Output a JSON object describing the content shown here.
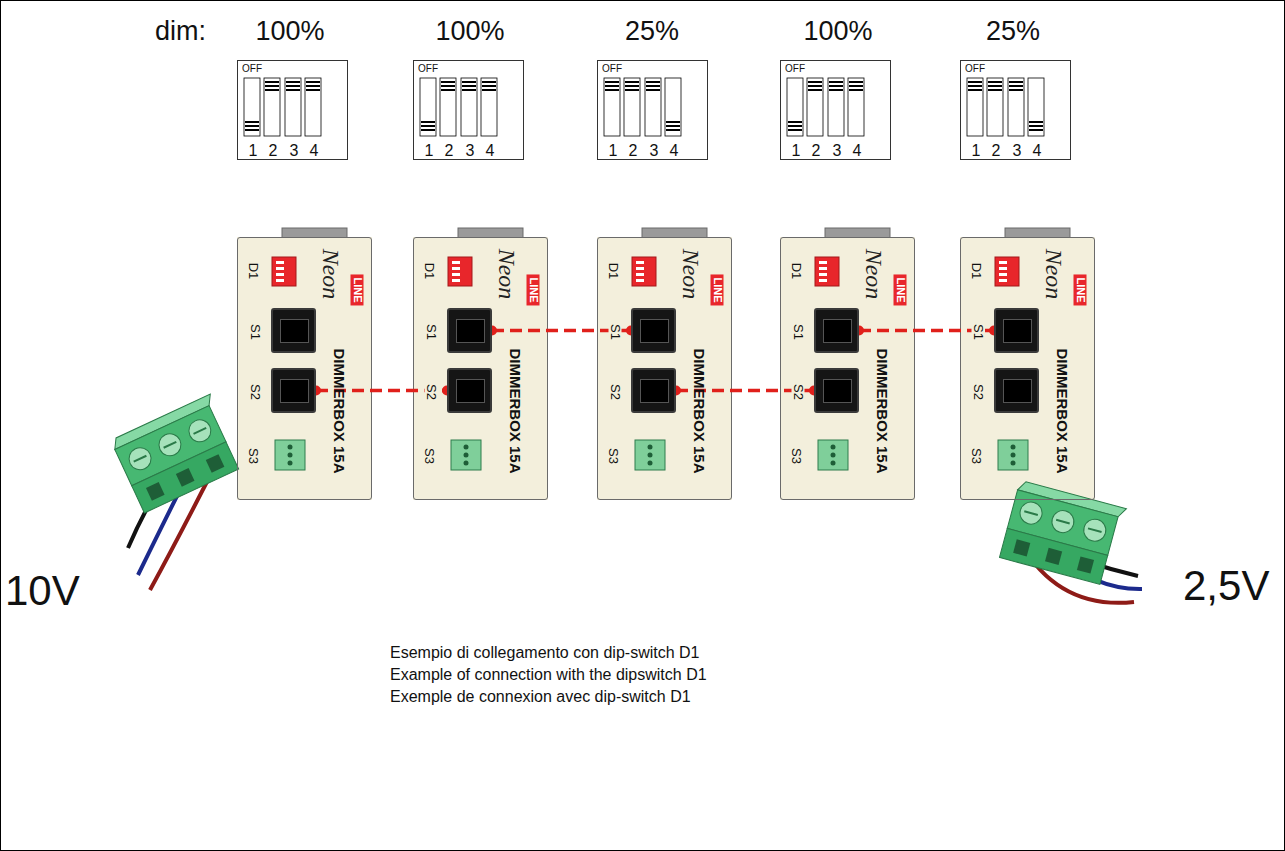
{
  "diagram": {
    "nodes": [
      {
        "text": [
          "OFF",
          "1",
          "2",
          "3",
          "4"
        ]
      },
      {
        "text": [
          "OFF",
          "1",
          "2",
          "3",
          "4"
        ]
      },
      {
        "text": [
          "OFF",
          "1",
          "2",
          "3",
          "4"
        ]
      },
      {
        "text": [
          "OFF",
          "1",
          "2",
          "3",
          "4"
        ]
      },
      {
        "text": [
          "OFF",
          "1",
          "2",
          "3",
          "4"
        ]
      },
      {
        "text": [
          "D1",
          "Neon",
          "LINE",
          "S3",
          "DIMMERBOX 15A"
        ]
      },
      {
        "text": [
          "S1"
        ],
        "in": 5
      },
      {
        "text": [
          "S2"
        ],
        "in": 5
      },
      {
        "text": [
          "D1",
          "Neon",
          "LINE",
          "S3",
          "DIMMERBOX 15A"
        ]
      },
      {
        "text": [
          "S1"
        ],
        "in": 8
      },
      {
        "text": [
          "S2"
        ],
        "in": 8
      },
      {
        "text": [
          "D1",
          "Neon",
          "LINE",
          "S3",
          "DIMMERBOX 15A"
        ]
      },
      {
        "text": [
          "S1"
        ],
        "in": 11
      },
      {
        "text": [
          "S2"
        ],
        "in": 11
      },
      {
        "text": [
          "D1",
          "Neon",
          "LINE",
          "S3",
          "DIMMERBOX 15A"
        ]
      },
      {
        "text": [
          "S1"
        ],
        "in": 14
      },
      {
        "text": [
          "S2"
        ],
        "in": 14
      },
      {
        "text": [
          "D1",
          "Neon",
          "LINE",
          "S3",
          "DIMMERBOX 15A"
        ]
      },
      {
        "text": [
          "S1"
        ],
        "in": 17
      },
      {
        "text": [
          "S2"
        ],
        "in": 17
      }
    ],
    "edges": [
      {
        "from": 7,
        "to": 10,
        "arrow": "none"
      },
      {
        "from": 9,
        "to": 12,
        "arrow": "none"
      },
      {
        "from": 13,
        "to": 16,
        "arrow": "none"
      },
      {
        "from": 15,
        "to": 18,
        "arrow": "none"
      }
    ],
    "labels": [
      "dim:",
      "100%",
      "100%",
      "25%",
      "100%",
      "25%",
      "10V",
      "2,5V",
      "Esempio di collegamento con dip-switch D1",
      "Example of connection with the dipswitch D1",
      "Exemple de connexion avec dip-switch D1"
    ]
  }
}
